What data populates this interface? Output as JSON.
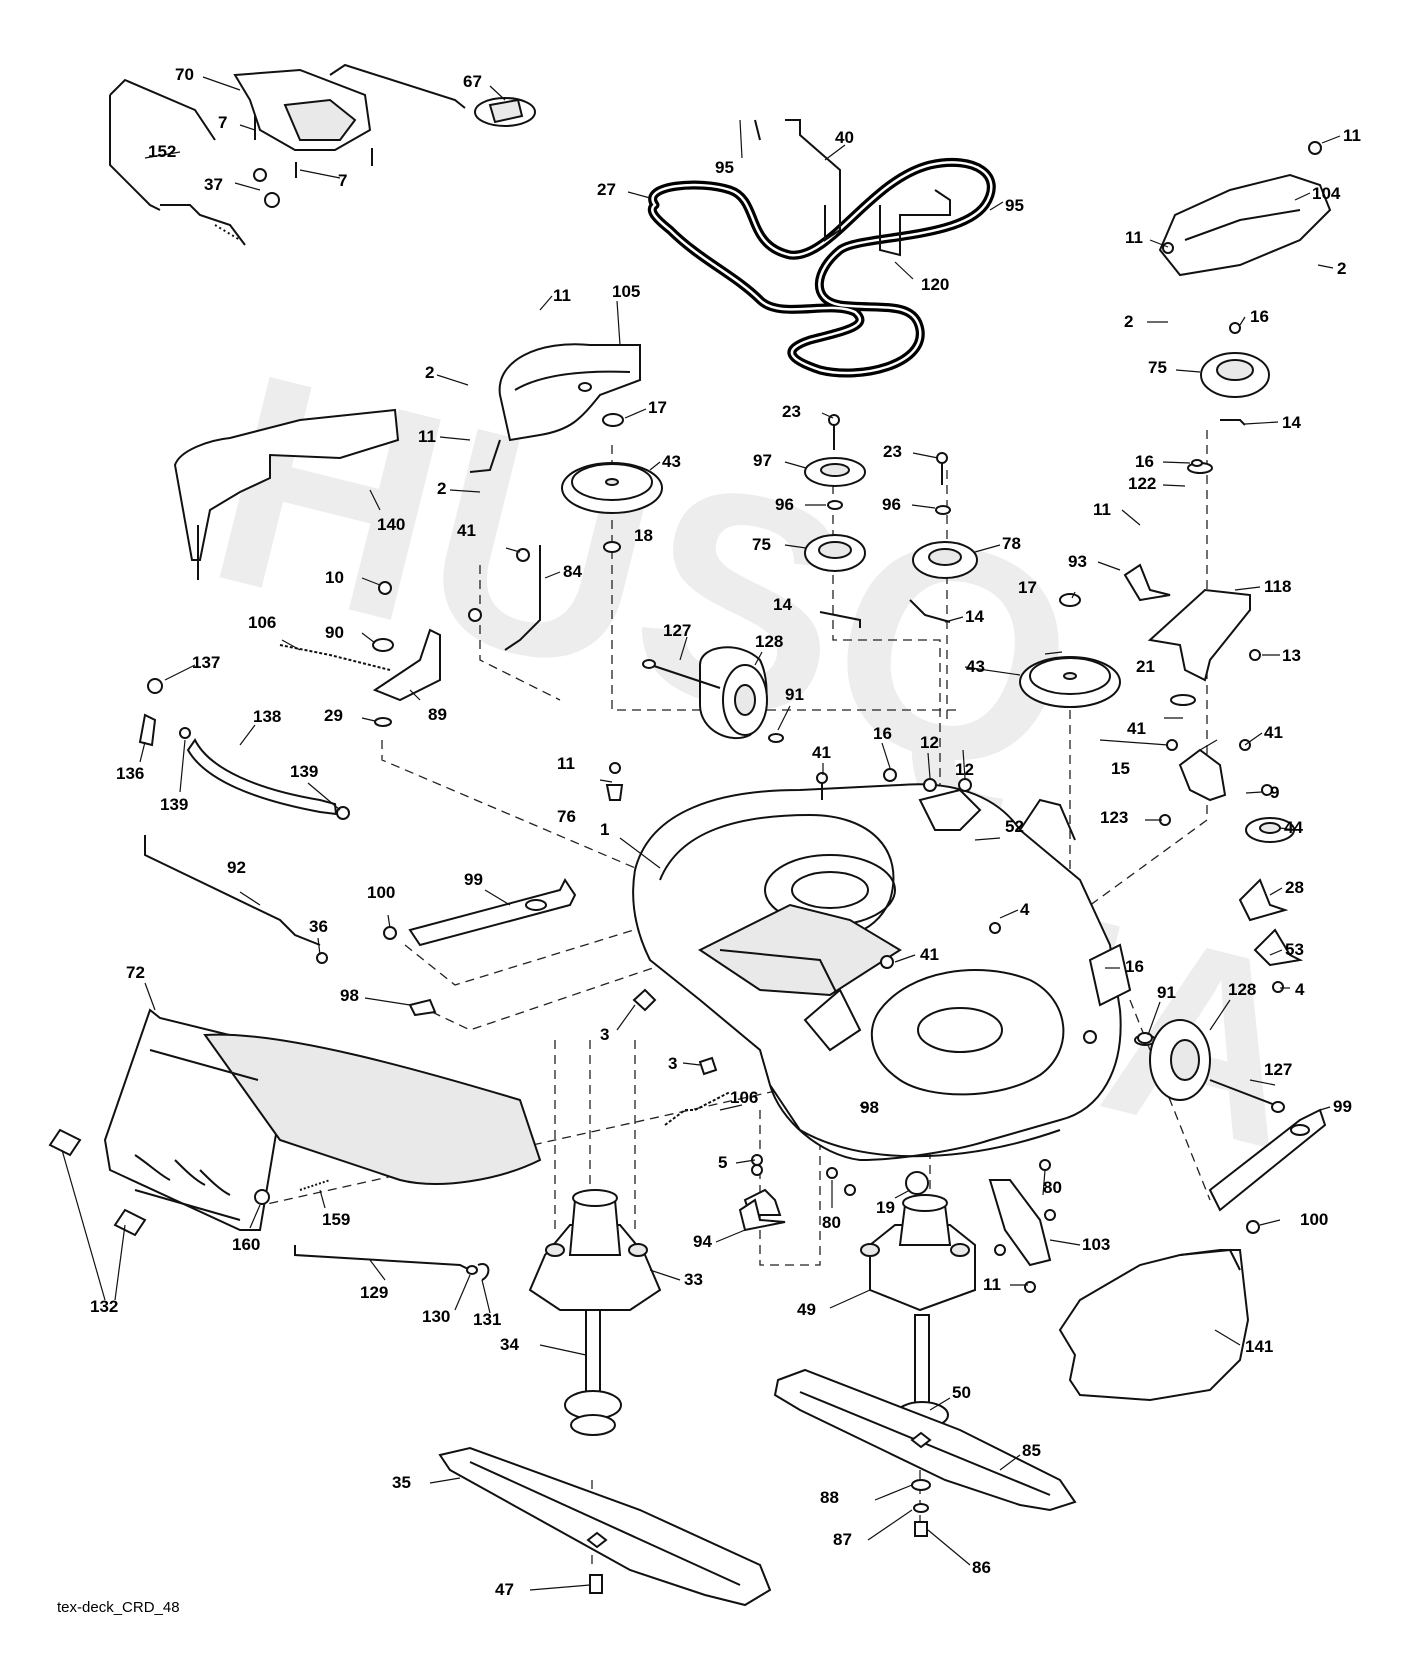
{
  "diagram": {
    "caption": "tex-deck_CRD_48",
    "part_numbers": [
      "70",
      "67",
      "7",
      "7",
      "152",
      "37",
      "95",
      "40",
      "27",
      "95",
      "120",
      "11",
      "104",
      "11",
      "2",
      "2",
      "16",
      "75",
      "14",
      "11",
      "105",
      "2",
      "11",
      "2",
      "17",
      "43",
      "23",
      "97",
      "96",
      "75",
      "23",
      "96",
      "78",
      "14",
      "16",
      "122",
      "11",
      "93",
      "118",
      "13",
      "140",
      "41",
      "84",
      "10",
      "90",
      "106",
      "89",
      "29",
      "137",
      "136",
      "139",
      "138",
      "139",
      "18",
      "14",
      "17",
      "43",
      "127",
      "128",
      "91",
      "21",
      "41",
      "41",
      "15",
      "9",
      "123",
      "44",
      "11",
      "76",
      "41",
      "16",
      "12",
      "12",
      "52",
      "1",
      "28",
      "4",
      "53",
      "4",
      "92",
      "36",
      "99",
      "100",
      "98",
      "16",
      "41",
      "91",
      "128",
      "127",
      "99",
      "72",
      "3",
      "3",
      "106",
      "98",
      "5",
      "100",
      "80",
      "19",
      "80",
      "103",
      "94",
      "11",
      "159",
      "160",
      "129",
      "130",
      "131",
      "33",
      "49",
      "141",
      "132",
      "34",
      "50",
      "85",
      "35",
      "88",
      "87",
      "86",
      "47"
    ]
  }
}
